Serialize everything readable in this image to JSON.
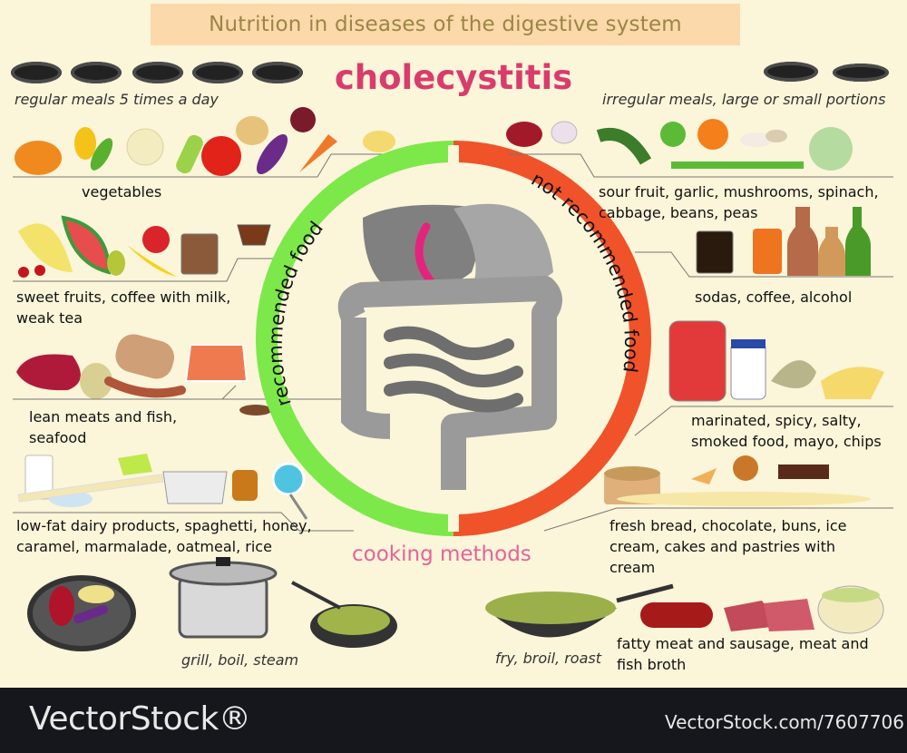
{
  "header": {
    "title": "Nutrition in diseases of the digestive system"
  },
  "title": "cholecystitis",
  "ring": {
    "left_label": "recommended food",
    "right_label": "not recommended food"
  },
  "left": {
    "meals_note": "regular meals 5 times a day",
    "items": [
      {
        "label": "vegetables"
      },
      {
        "label": "sweet fruits, coffee with milk, weak tea"
      },
      {
        "label": "lean meats and fish, seafood"
      },
      {
        "label": "low-fat dairy products, spaghetti, honey, caramel, marmalade, oatmeal, rice"
      }
    ],
    "cooking_note": "grill, boil, steam"
  },
  "right": {
    "meals_note": "irregular meals, large or small portions",
    "items": [
      {
        "label": "sour fruit, garlic, mushrooms, spinach, cabbage, beans, peas"
      },
      {
        "label": "sodas, coffee, alcohol"
      },
      {
        "label": "marinated, spicy, salty, smoked food, mayo, chips"
      },
      {
        "label": "fresh bread, chocolate, buns, ice cream, cakes and pastries with cream"
      },
      {
        "label": "fatty meat and sausage, meat and fish broth"
      }
    ],
    "cooking_note": "fry, broil, roast"
  },
  "cooking_methods": "cooking methods",
  "footer": {
    "brand": "VectorStock®",
    "id": "VectorStock.com/7607706"
  },
  "colors": {
    "recommended": "#7de84a",
    "not_recommended": "#f0522a",
    "title": "#d93c6c",
    "cooking": "#e4639a"
  }
}
